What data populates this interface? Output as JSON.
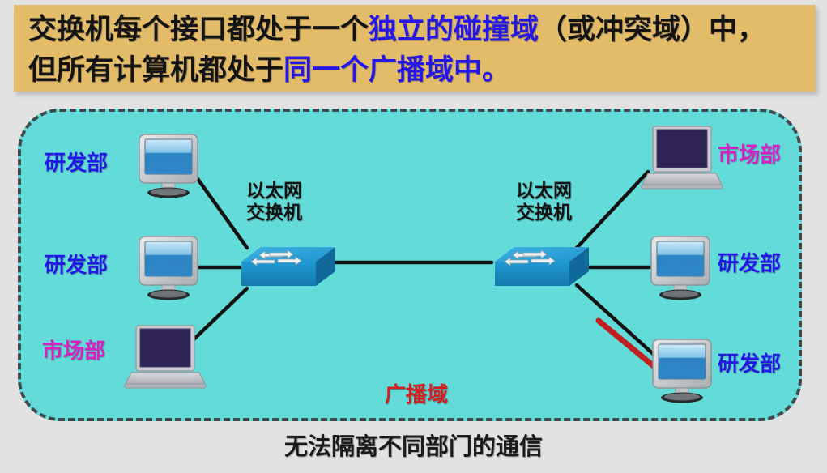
{
  "banner": {
    "line1_part1": "交换机每个接口都处于一个",
    "line1_highlight": "独立的碰撞域",
    "line1_part2": "（或冲突域）中，",
    "line2_part1": "但所有计算机都处于",
    "line2_highlight": "同一个广播域中。"
  },
  "diagram": {
    "left_nodes": [
      {
        "label": "研发部",
        "type": "monitor"
      },
      {
        "label": "研发部",
        "type": "monitor"
      },
      {
        "label": "市场部",
        "type": "laptop"
      }
    ],
    "right_nodes": [
      {
        "label": "市场部",
        "type": "laptop"
      },
      {
        "label": "研发部",
        "type": "monitor"
      },
      {
        "label": "研发部",
        "type": "monitor"
      }
    ],
    "switches": [
      {
        "label_line1": "以太网",
        "label_line2": "交换机"
      },
      {
        "label_line1": "以太网",
        "label_line2": "交换机"
      }
    ],
    "broadcast_domain_label": "广播域"
  },
  "caption": "无法隔离不同部门的通信",
  "colors": {
    "page_background": "#e2e2e2",
    "banner_background": "#e3bc6a",
    "domain_fill": "#63dcd9",
    "domain_border": "#3e4a4d",
    "highlight_blue": "#2417e8",
    "dept_pink": "#d621c4",
    "broadcast_red": "#d42020",
    "switch_blue": "#1f9ad4",
    "link_black": "#121212",
    "pointer_red": "#c02020"
  }
}
